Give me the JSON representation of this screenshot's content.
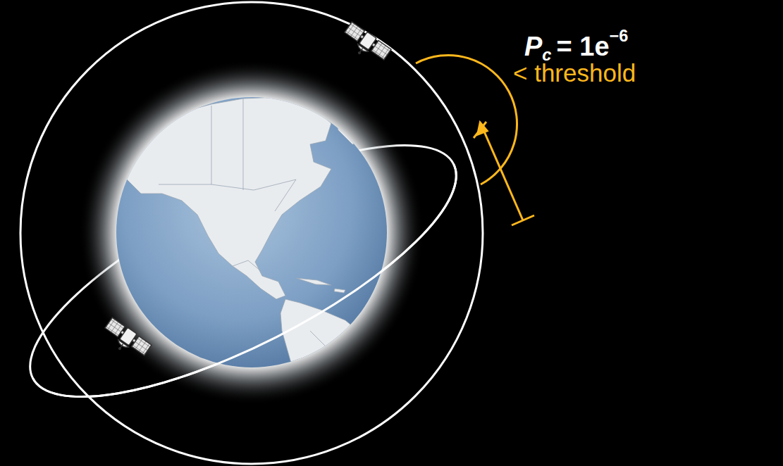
{
  "diagram": {
    "labels": [
      "P",
      "c",
      "= 1e",
      "−6",
      "< threshold"
    ]
  }
}
